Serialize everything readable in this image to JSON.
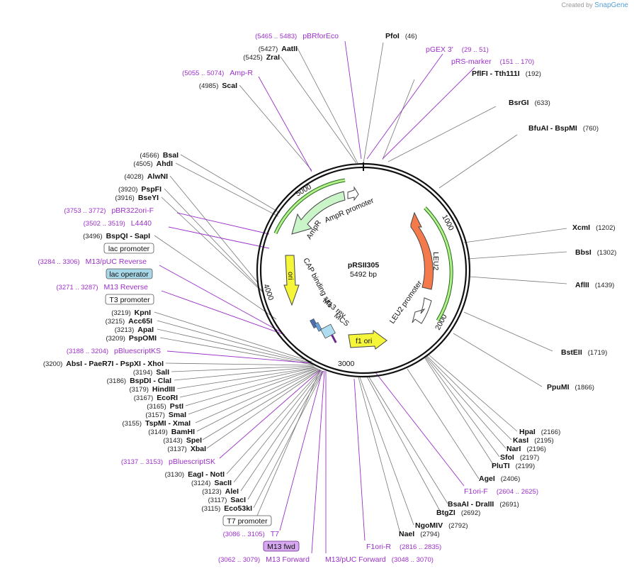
{
  "brand": {
    "created_by": "Created by",
    "name": "SnapGene"
  },
  "plasmid": {
    "name": "pRSII305",
    "length": "5492 bp"
  },
  "ticks": [
    "1000",
    "2000",
    "3000",
    "4000",
    "5000"
  ],
  "inner_features": {
    "ampr": "AmpR",
    "ampr_promoter": "AmpR promoter",
    "leu2": "LEU2",
    "leu2_promoter": "LEU2 promoter",
    "ori": "ori",
    "cap": "CAP binding site",
    "m13rev": "M13 rev",
    "mcs": "MCS",
    "f1ori": "f1 ori"
  },
  "right_sites": [
    {
      "name": "PfoI",
      "pos": "(46)"
    },
    {
      "name": "PflFI   -  Tth111I",
      "pos": "(192)"
    },
    {
      "name": "BsrGI",
      "pos": "(633)"
    },
    {
      "name": "BfuAI   -  BspMI",
      "pos": "(760)"
    },
    {
      "name": "XcmI",
      "pos": "(1202)"
    },
    {
      "name": "BbsI",
      "pos": "(1302)"
    },
    {
      "name": "AflII",
      "pos": "(1439)"
    },
    {
      "name": "BstEII",
      "pos": "(1719)"
    },
    {
      "name": "PpuMI",
      "pos": "(1866)"
    },
    {
      "name": "HpaI",
      "pos": "(2166)"
    },
    {
      "name": "KasI",
      "pos": "(2195)"
    },
    {
      "name": "NarI",
      "pos": "(2196)"
    },
    {
      "name": "SfoI",
      "pos": "(2197)"
    },
    {
      "name": "PluTI",
      "pos": "(2199)"
    },
    {
      "name": "AgeI",
      "pos": "(2406)"
    },
    {
      "name": "BsaAI   -  DraIII",
      "pos": "(2691)"
    },
    {
      "name": "BtgZI",
      "pos": "(2692)"
    },
    {
      "name": "NgoMIV",
      "pos": "(2792)"
    },
    {
      "name": "NaeI",
      "pos": "(2794)"
    }
  ],
  "right_features": [
    {
      "name": "pGEX 3'",
      "range": "(29 .. 51)"
    },
    {
      "name": "pRS-marker",
      "range": "(151 .. 170)"
    },
    {
      "name": "F1ori-F",
      "range": "(2604 .. 2625)"
    },
    {
      "name": "F1ori-R",
      "range": "(2816 .. 2835)"
    },
    {
      "name": "M13/pUC Forward",
      "range": "(3048 .. 3070)"
    }
  ],
  "left_sites": [
    {
      "pos": "(5427)",
      "name": "AatII"
    },
    {
      "pos": "(5425)",
      "name": "ZraI"
    },
    {
      "pos": "(4985)",
      "name": "ScaI"
    },
    {
      "pos": "(4566)",
      "name": "BsaI"
    },
    {
      "pos": "(4505)",
      "name": "AhdI"
    },
    {
      "pos": "(4028)",
      "name": "AlwNI"
    },
    {
      "pos": "(3920)",
      "name": "PspFI"
    },
    {
      "pos": "(3916)",
      "name": "BseYI"
    },
    {
      "pos": "(3496)",
      "name": "BspQI   -  SapI"
    },
    {
      "pos": "(3219)",
      "name": "KpnI"
    },
    {
      "pos": "(3215)",
      "name": "Acc65I"
    },
    {
      "pos": "(3213)",
      "name": "ApaI"
    },
    {
      "pos": "(3209)",
      "name": "PspOMI"
    },
    {
      "pos": "(3200)",
      "name": "AbsI   -  PaeR7I   -  PspXI   -  XhoI"
    },
    {
      "pos": "(3194)",
      "name": "SalI"
    },
    {
      "pos": "(3186)",
      "name": "BspDI   -  ClaI"
    },
    {
      "pos": "(3179)",
      "name": "HindIII"
    },
    {
      "pos": "(3167)",
      "name": "EcoRI"
    },
    {
      "pos": "(3165)",
      "name": "PstI"
    },
    {
      "pos": "(3157)",
      "name": "SmaI"
    },
    {
      "pos": "(3155)",
      "name": "TspMI   -  XmaI"
    },
    {
      "pos": "(3149)",
      "name": "BamHI"
    },
    {
      "pos": "(3143)",
      "name": "SpeI"
    },
    {
      "pos": "(3137)",
      "name": "XbaI"
    },
    {
      "pos": "(3130)",
      "name": "EagI   -  NotI"
    },
    {
      "pos": "(3124)",
      "name": "SacII"
    },
    {
      "pos": "(3123)",
      "name": "AleI"
    },
    {
      "pos": "(3117)",
      "name": "SacI"
    },
    {
      "pos": "(3115)",
      "name": "Eco53kI"
    },
    {
      "pos": "(2794)",
      "name": "NaeI"
    }
  ],
  "left_features": [
    {
      "range": "(5465 .. 5483)",
      "name": "pBRforEco"
    },
    {
      "range": "(5055 .. 5074)",
      "name": "Amp-R"
    },
    {
      "range": "(3753 .. 3772)",
      "name": "pBR322ori-F"
    },
    {
      "range": "(3502 .. 3519)",
      "name": "L4440"
    },
    {
      "range": "(3284 .. 3306)",
      "name": "M13/pUC Reverse"
    },
    {
      "range": "(3271 .. 3287)",
      "name": "M13 Reverse"
    },
    {
      "range": "(3188 .. 3204)",
      "name": "pBluescriptKS"
    },
    {
      "range": "(3137 .. 3153)",
      "name": "pBluescriptSK"
    },
    {
      "range": "(3086 .. 3105)",
      "name": "T7"
    },
    {
      "range": "(3062 .. 3079)",
      "name": "M13 Forward"
    }
  ],
  "boxed": {
    "lac_promoter": "lac promoter",
    "lac_operator": "lac operator",
    "t3_promoter": "T3 promoter",
    "t7_promoter": "T7 promoter",
    "m13fwd": "M13 fwd"
  },
  "sfoi_name": "SfoI"
}
